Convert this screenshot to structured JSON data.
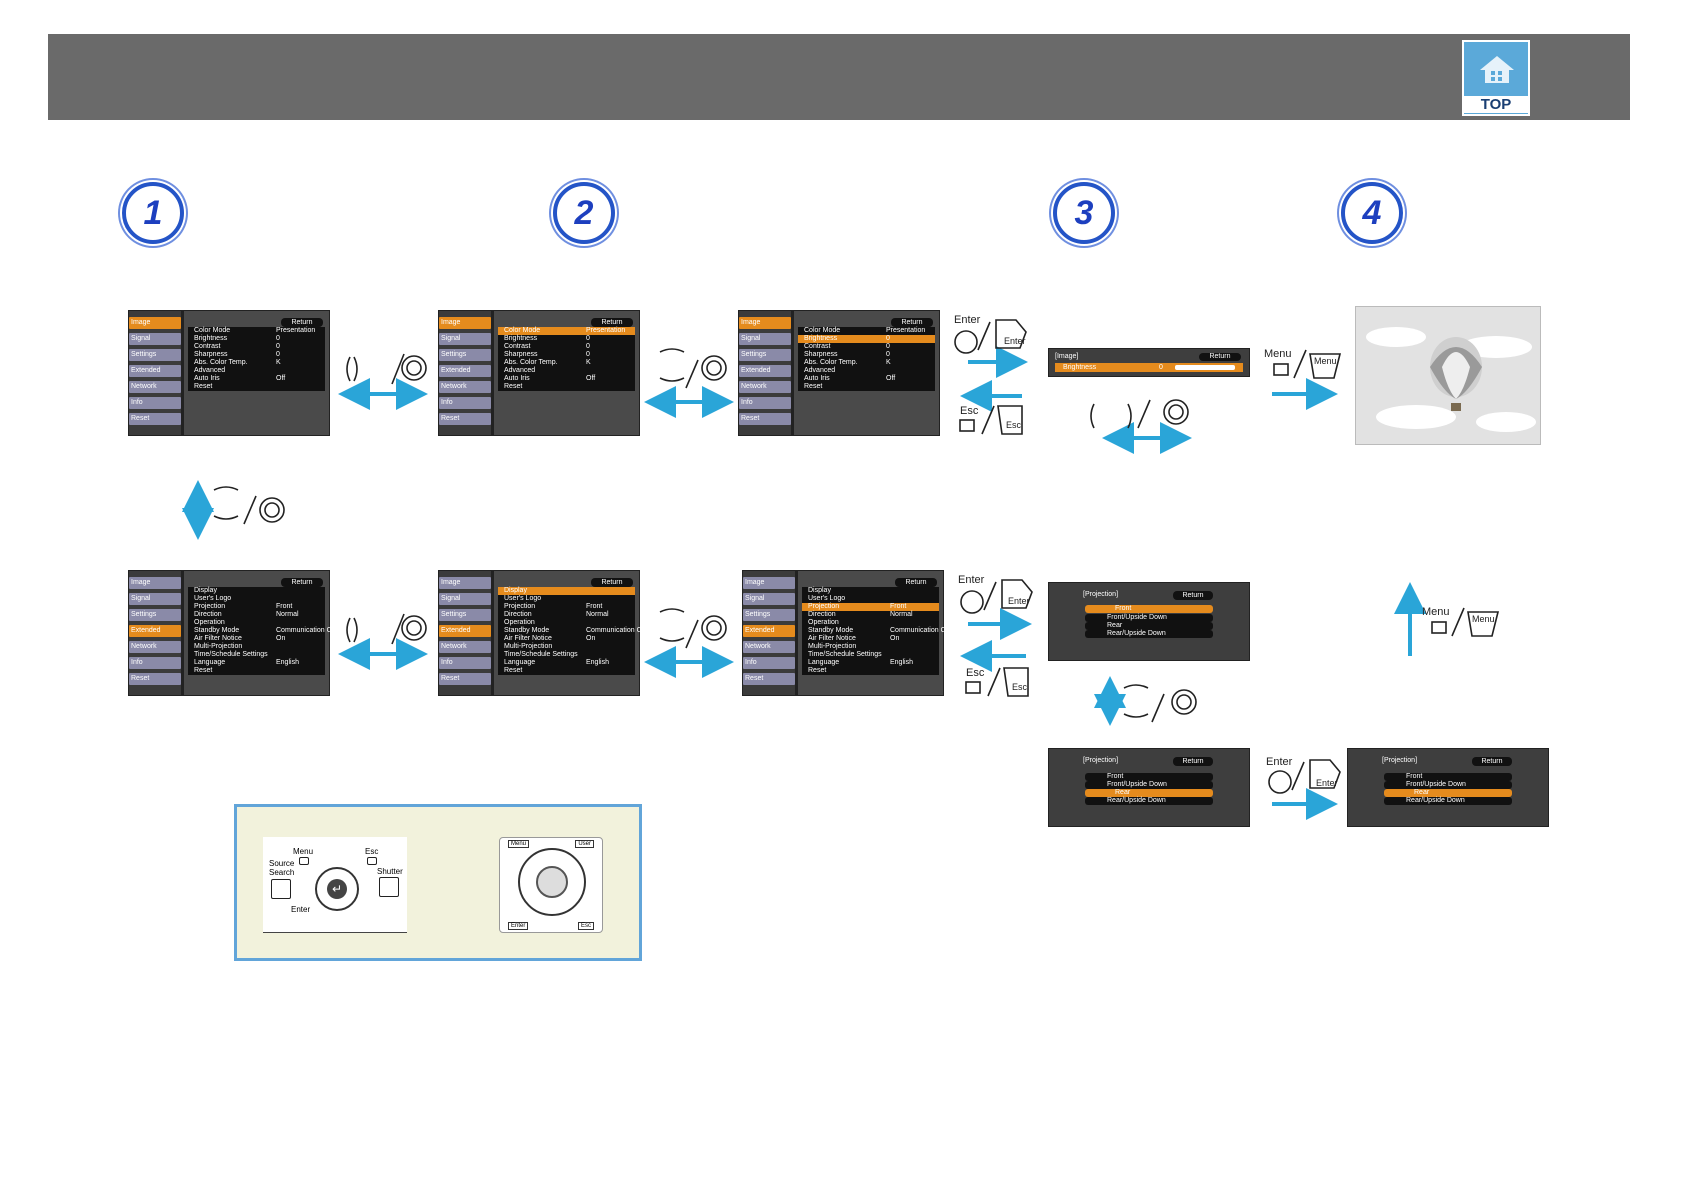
{
  "steps": [
    "1",
    "2",
    "3",
    "4"
  ],
  "logo": {
    "label": "TOP",
    "icon": "home-icon"
  },
  "colors": {
    "accent": "#2aa5d8",
    "menu_select": "#e58b1d",
    "header": "#6a6a6a"
  },
  "tabs": [
    "Image",
    "Signal",
    "Settings",
    "Extended",
    "Network",
    "Info",
    "Reset"
  ],
  "image_menu": {
    "return": "Return",
    "items": [
      "Color Mode",
      "Brightness",
      "Contrast",
      "Sharpness",
      "Abs. Color Temp.",
      "Advanced",
      "Auto Iris",
      "Reset"
    ],
    "values": [
      "Presentation",
      "0",
      "0",
      "0",
      "K",
      "",
      "Off",
      ""
    ]
  },
  "extended_menu": {
    "return": "Return",
    "items": [
      "Display",
      "User's Logo",
      "Projection",
      "Direction",
      "Operation",
      "Standby Mode",
      "Air Filter Notice",
      "Multi-Projection",
      "Time/Schedule Settings",
      "Language",
      "Reset"
    ],
    "values": [
      "",
      "",
      "Front",
      "Normal",
      "",
      "Communication Off",
      "On",
      "",
      "",
      "English",
      ""
    ]
  },
  "brightness_bar": {
    "title": "[Image]",
    "return": "Return",
    "label": "Brightness",
    "value": "0"
  },
  "projection": {
    "title": "[Projection]",
    "return": "Return",
    "options": [
      "Front",
      "Front/Upside Down",
      "Rear",
      "Rear/Upside Down"
    ]
  },
  "keys": {
    "enter": "Enter",
    "esc": "Esc",
    "menu": "Menu"
  },
  "remote": {
    "menu": "Menu",
    "esc": "Esc",
    "source_search_1": "Source",
    "source_search_2": "Search",
    "shutter": "Shutter",
    "enter": "Enter",
    "user": "User"
  }
}
